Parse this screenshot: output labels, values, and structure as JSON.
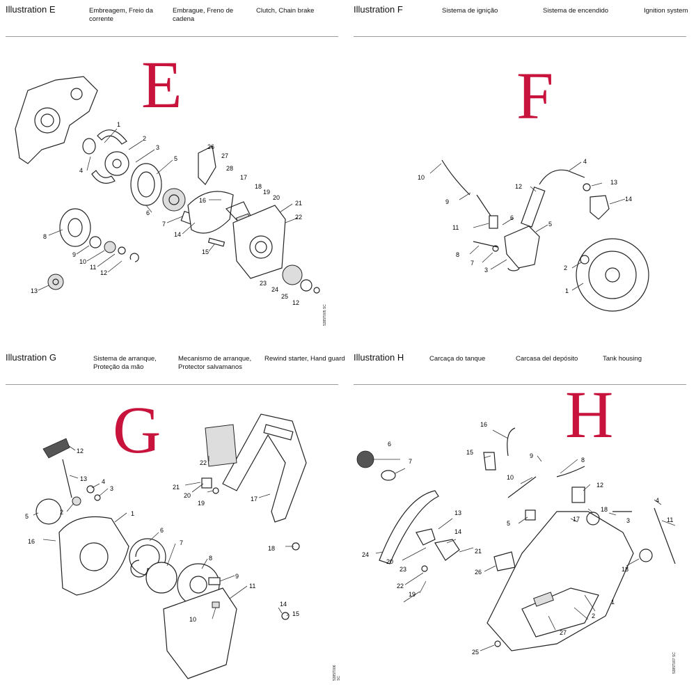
{
  "panels": {
    "e": {
      "illustration": "Illustration  E",
      "col1": "Embreagem, Freio da corrente",
      "col2": "Embrague, Freno de cadena",
      "col3": "Clutch, Chain brake",
      "letter": "E",
      "code": "5385T005 SC",
      "labels": [
        "1",
        "2",
        "3",
        "4",
        "5",
        "6",
        "7",
        "8",
        "9",
        "10",
        "11",
        "12",
        "13",
        "14",
        "15",
        "16",
        "17",
        "18",
        "19",
        "20",
        "21",
        "22",
        "23",
        "24",
        "25",
        "26",
        "27",
        "28",
        "12"
      ]
    },
    "f": {
      "illustration": "Illustration  F",
      "col1": "Sistema de ignição",
      "col2": "Sistema de encendido",
      "col3": "Ignition system",
      "letter": "F",
      "labels": [
        "1",
        "2",
        "3",
        "4",
        "5",
        "6",
        "7",
        "8",
        "9",
        "10",
        "11",
        "12",
        "13",
        "14"
      ]
    },
    "g": {
      "illustration": "Illustration  G",
      "col1": "Sistema de arranque, Proteção da mão",
      "col2": "Mecanismo de arranque, Protector salvamanos",
      "col3": "Rewind starter, Hand guard",
      "letter": "G",
      "code": "5385T006 SC",
      "labels": [
        "1",
        "2",
        "3",
        "4",
        "5",
        "6",
        "7",
        "8",
        "9",
        "10",
        "11",
        "12",
        "13",
        "14",
        "15",
        "16",
        "17",
        "18",
        "19",
        "20",
        "21",
        "22"
      ]
    },
    "h": {
      "illustration": "Illustration  H",
      "col1": "Carcaça do tanque",
      "col2": "Carcasa del depósito",
      "col3": "Tank housing",
      "letter": "H",
      "code": "5385T007 SC",
      "labels": [
        "1",
        "2",
        "3",
        "4",
        "5",
        "6",
        "7",
        "8",
        "9",
        "10",
        "11",
        "12",
        "13",
        "14",
        "15",
        "16",
        "17",
        "18",
        "18",
        "19",
        "20",
        "21",
        "22",
        "23",
        "24",
        "25",
        "26",
        "27"
      ]
    }
  },
  "colors": {
    "accent_letter": "#c8143c",
    "rule": "#9a9a9a"
  }
}
